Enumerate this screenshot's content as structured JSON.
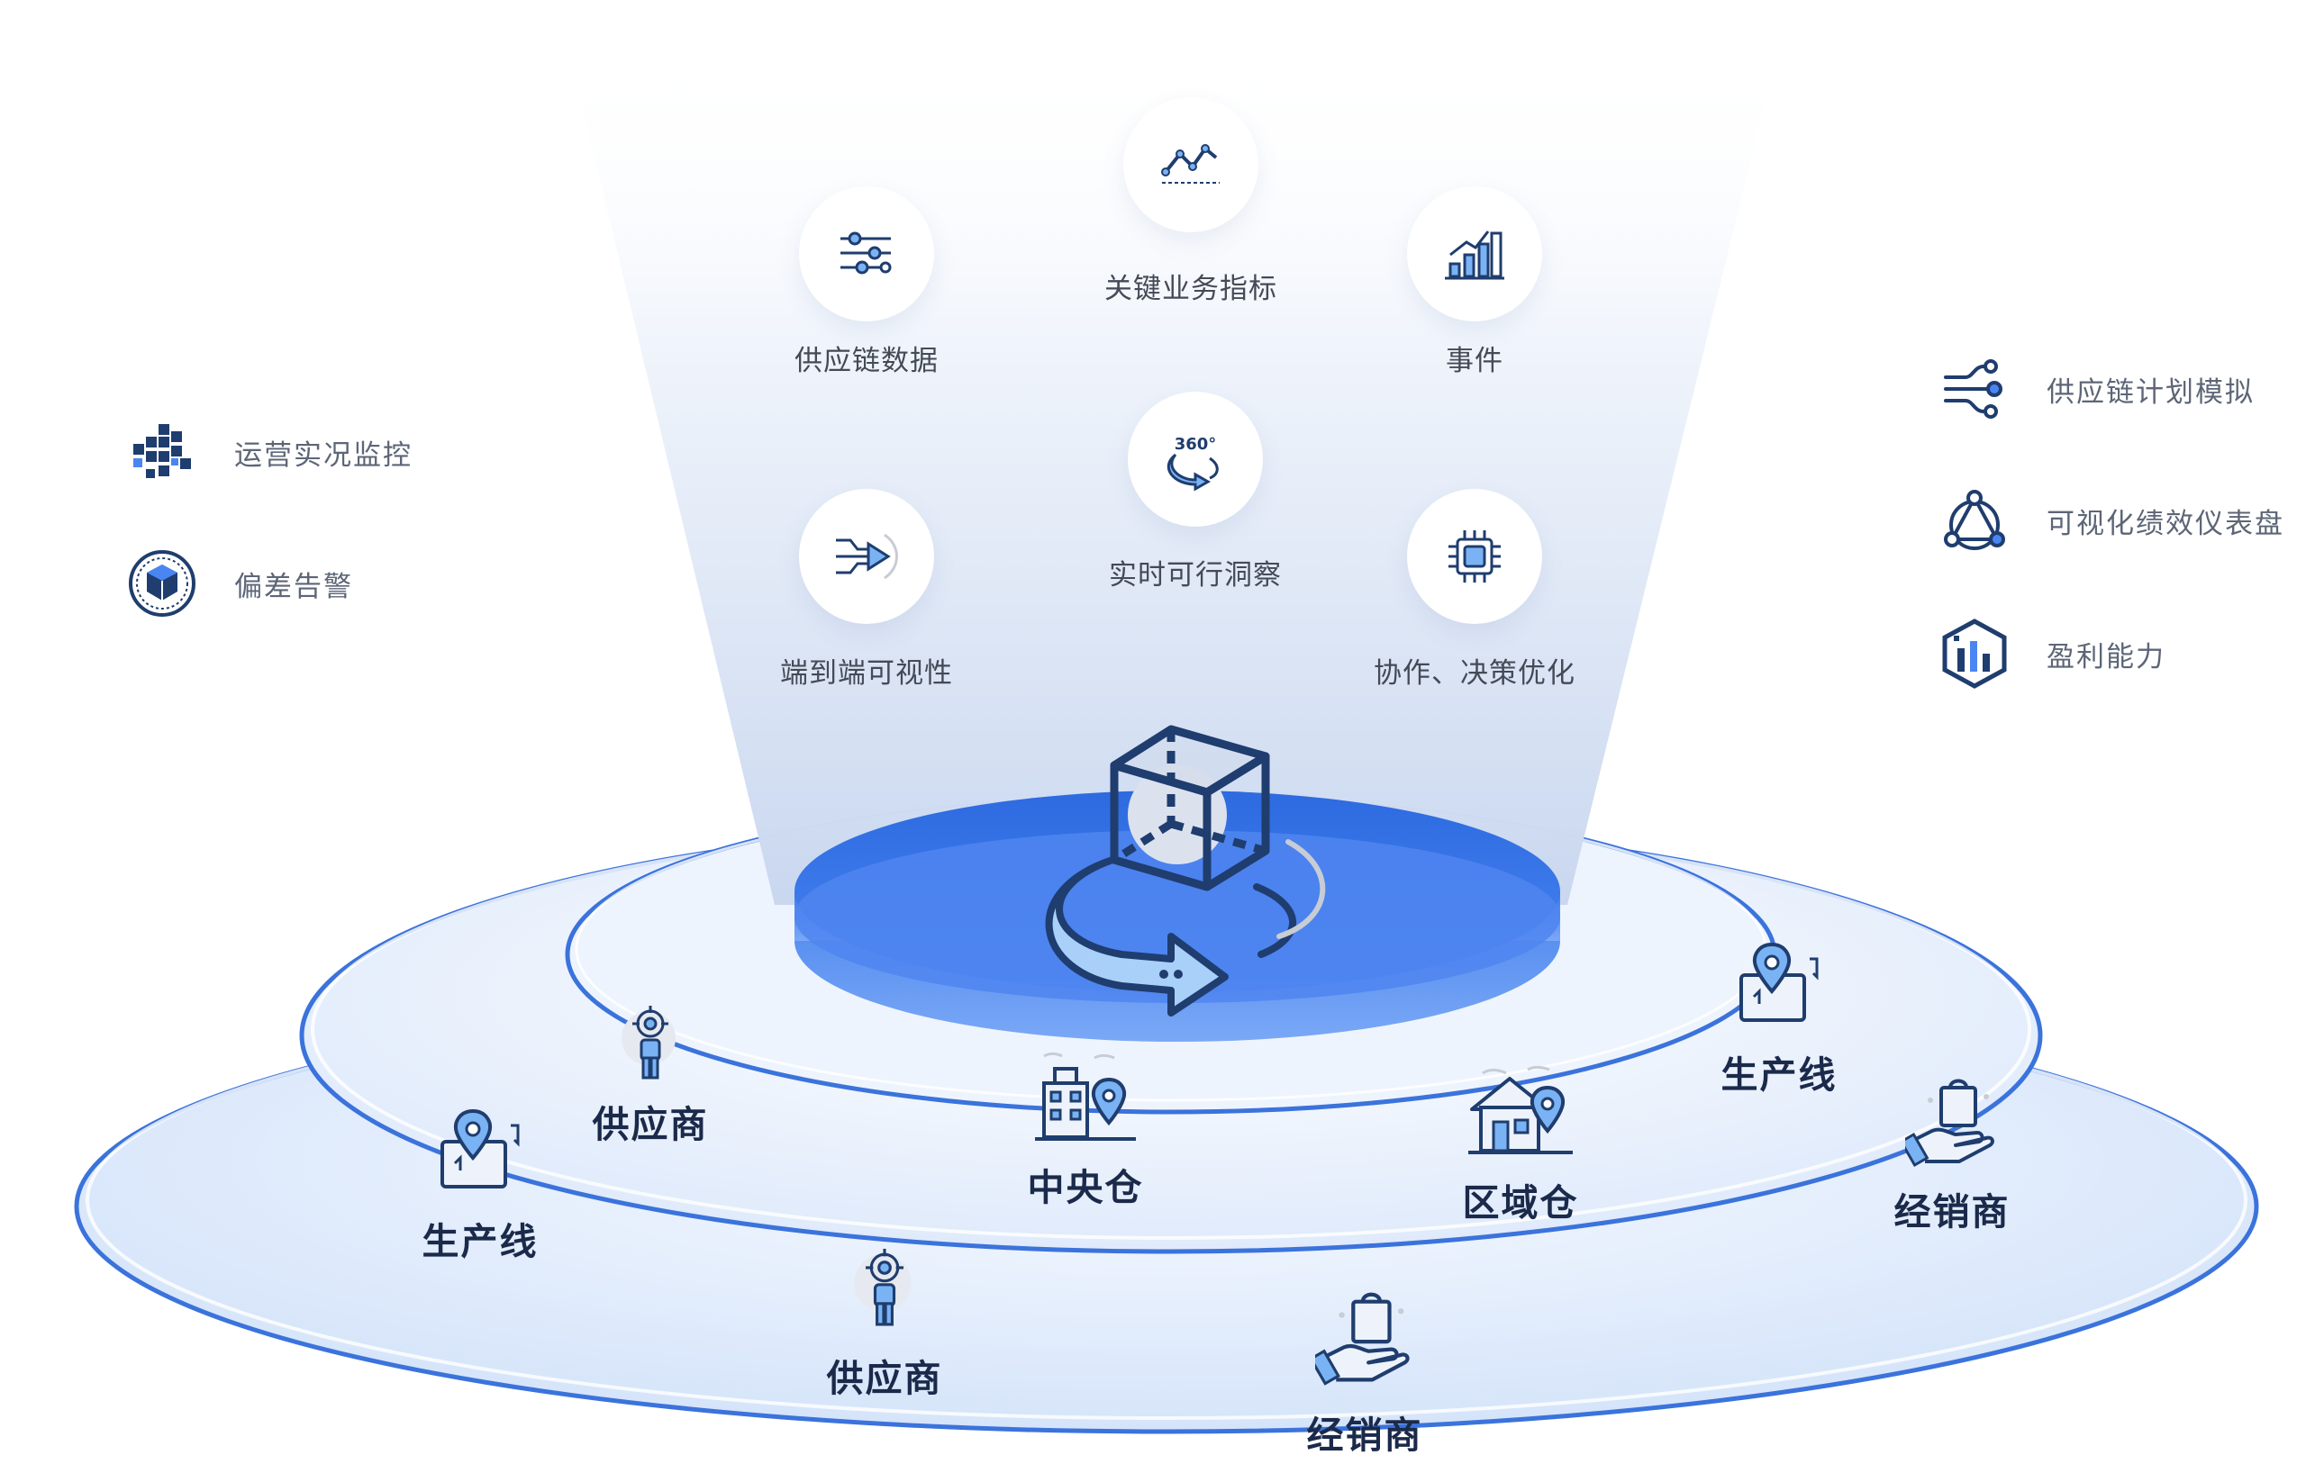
{
  "center_features": [
    {
      "id": "kpi",
      "label": "关键业务指标",
      "icon": "line-chart-icon"
    },
    {
      "id": "supply-data",
      "label": "供应链数据",
      "icon": "data-flow-icon"
    },
    {
      "id": "events",
      "label": "事件",
      "icon": "bar-growth-icon"
    },
    {
      "id": "realtime",
      "label": "实时可行洞察",
      "icon": "rotate-360-icon"
    },
    {
      "id": "e2e",
      "label": "端到端可视性",
      "icon": "circuit-arrow-icon"
    },
    {
      "id": "collab",
      "label": "协作、决策优化",
      "icon": "chip-icon"
    }
  ],
  "left_items": [
    {
      "label": "运营实况监控",
      "icon": "pixel-blocks-icon"
    },
    {
      "label": "偏差告警",
      "icon": "box-badge-icon"
    }
  ],
  "right_items": [
    {
      "label": "供应链计划模拟",
      "icon": "branch-nodes-icon"
    },
    {
      "label": "可视化绩效仪表盘",
      "icon": "triangle-network-icon"
    },
    {
      "label": "盈利能力",
      "icon": "hexagon-chart-icon"
    }
  ],
  "nodes": {
    "supplier_inner": {
      "label": "供应商",
      "icon": "supplier-icon"
    },
    "production_left": {
      "label": "生产线",
      "icon": "production-map-icon"
    },
    "central_warehouse": {
      "label": "中央仓",
      "icon": "warehouse-pin-icon"
    },
    "regional_warehouse": {
      "label": "区域仓",
      "icon": "house-pin-icon"
    },
    "production_right": {
      "label": "生产线",
      "icon": "production-map-icon"
    },
    "distributor_right": {
      "label": "经销商",
      "icon": "hand-bag-icon"
    },
    "supplier_outer": {
      "label": "供应商",
      "icon": "supplier-icon"
    },
    "distributor_outer": {
      "label": "经销商",
      "icon": "hand-bag-icon"
    }
  },
  "colors": {
    "primary_blue": "#2f6fe4",
    "dark_navy": "#1f3d6e",
    "light_blue": "#7ab3f4",
    "ring_fill": "#e6effc"
  }
}
